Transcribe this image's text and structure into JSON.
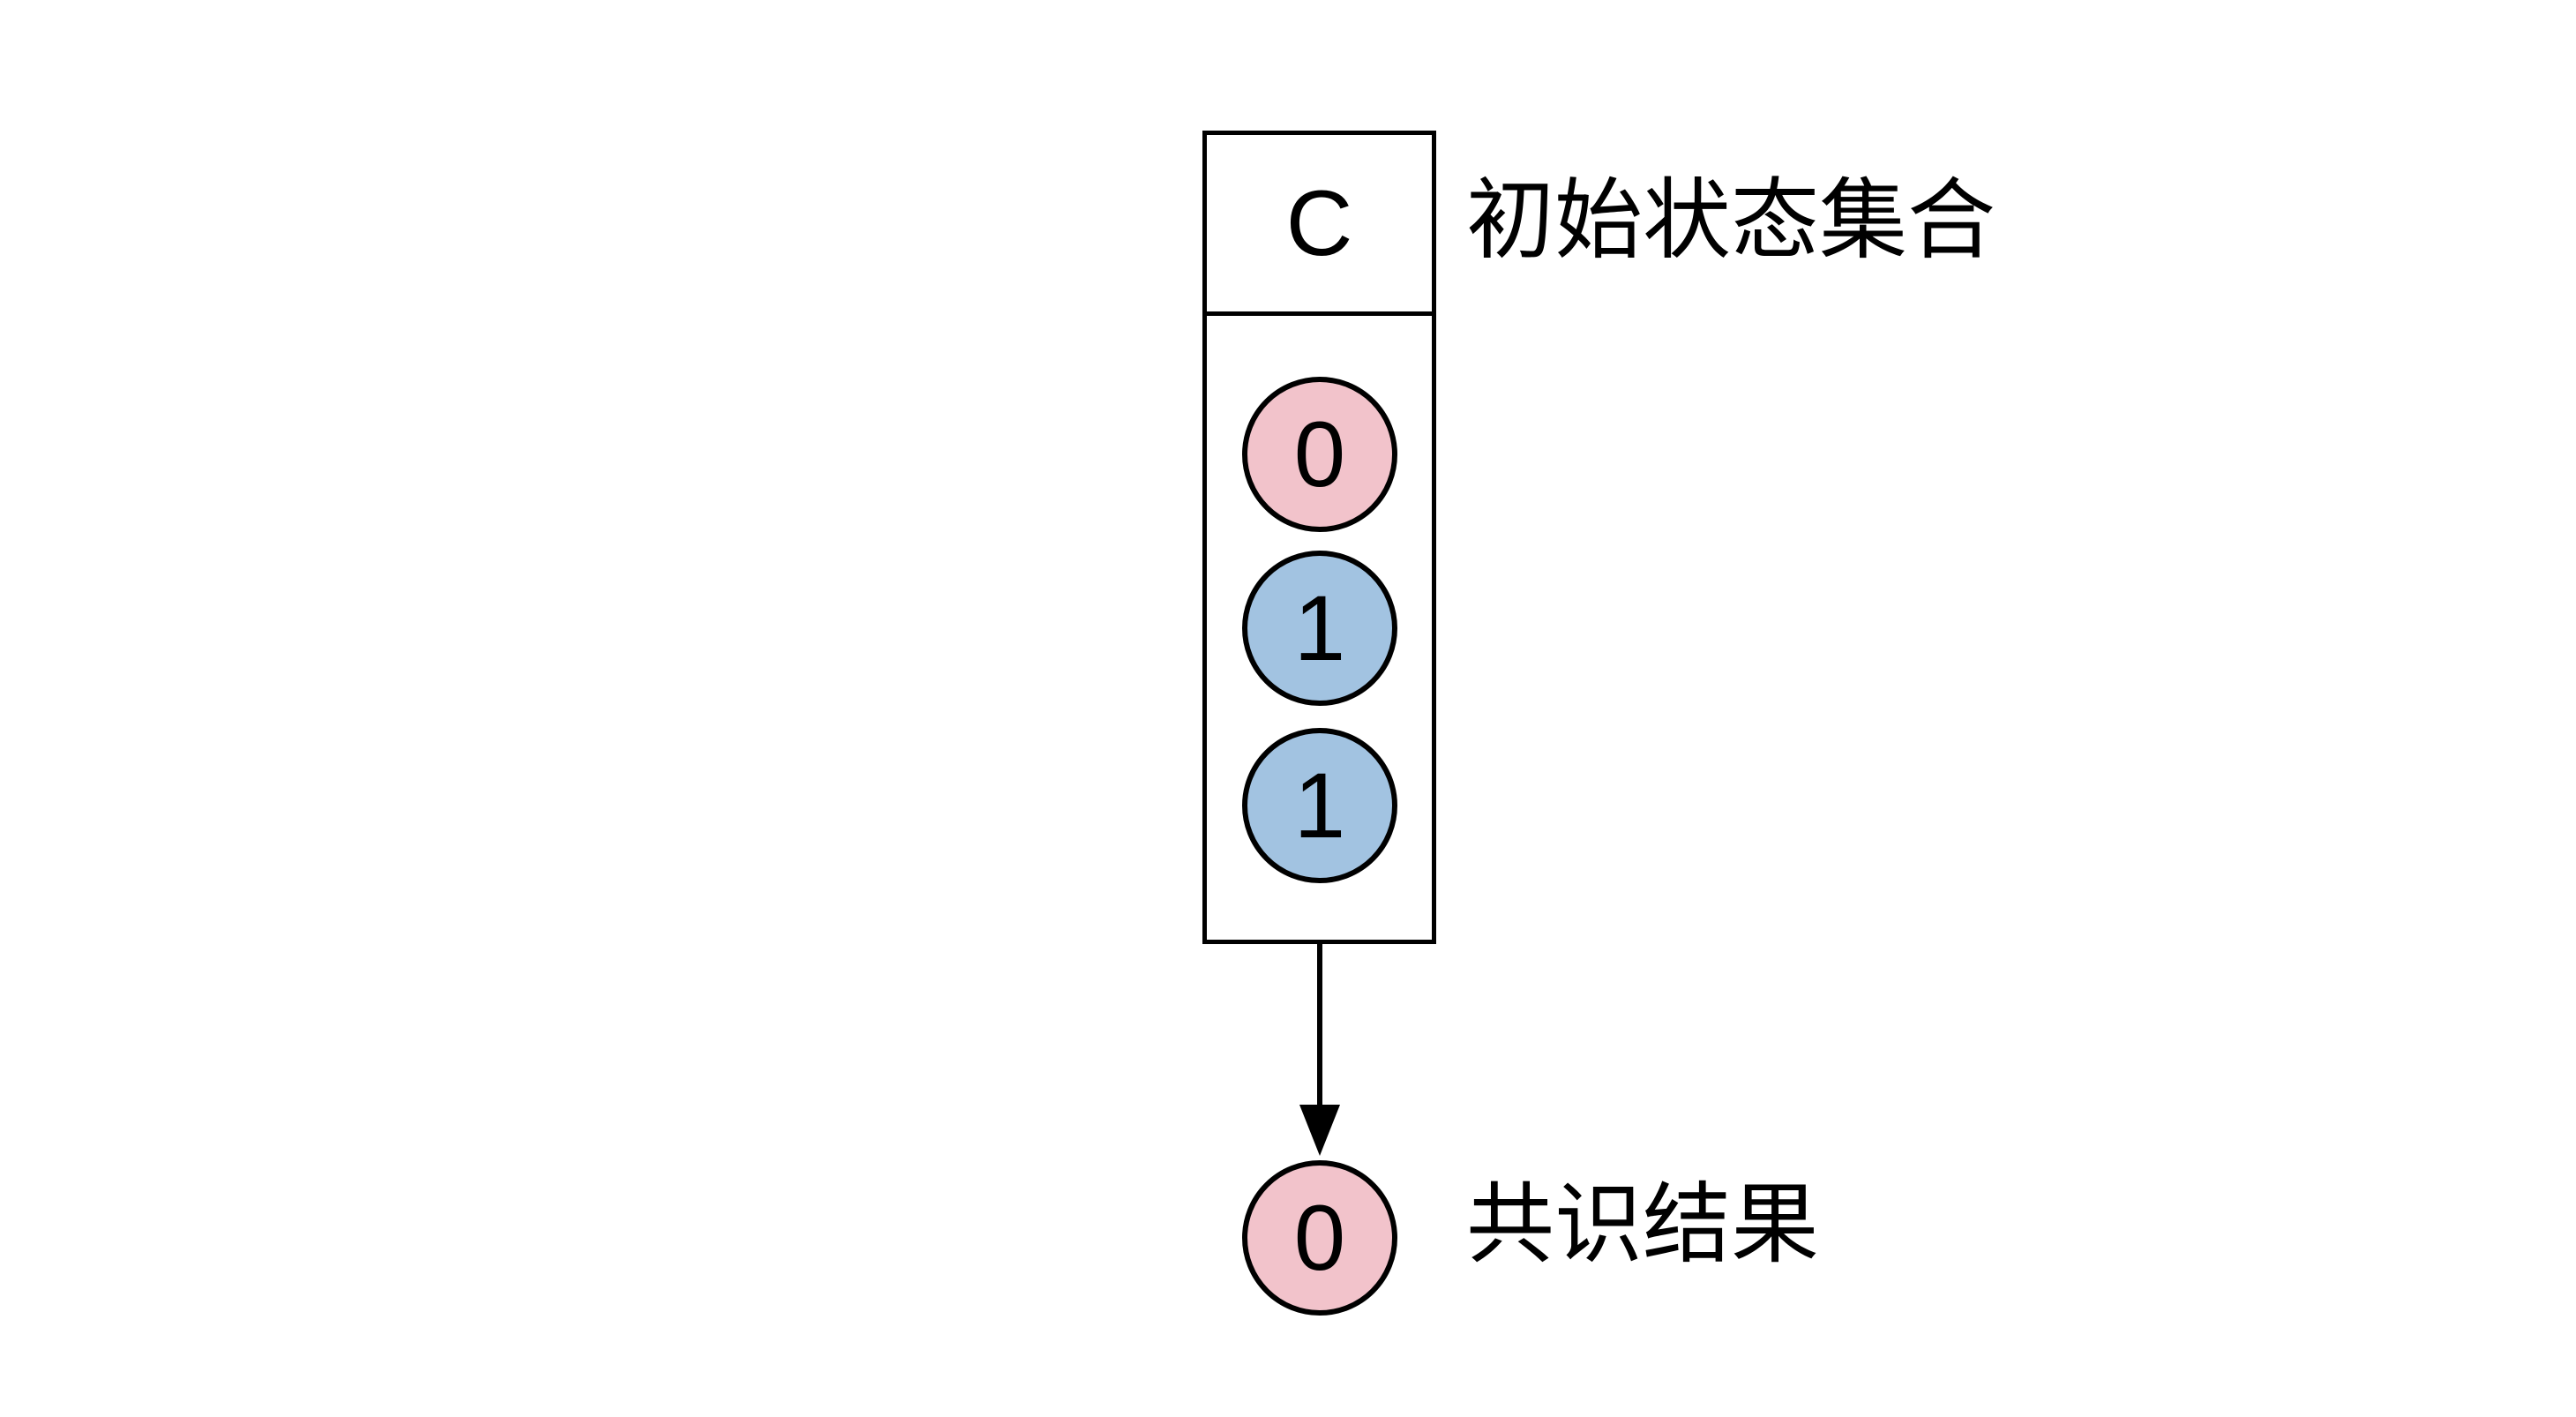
{
  "diagram": {
    "set": {
      "header_label": "C",
      "title": "初始状态集合"
    },
    "initial_states": [
      {
        "value": "0",
        "color": "pink"
      },
      {
        "value": "1",
        "color": "blue"
      },
      {
        "value": "1",
        "color": "blue"
      }
    ],
    "consensus": {
      "value": "0",
      "color": "pink",
      "label": "共识结果"
    },
    "colors": {
      "pink": "#F2C3CB",
      "blue": "#A2C3E1",
      "stroke": "#000000",
      "text": "#000000",
      "background": "#FFFFFF"
    }
  }
}
